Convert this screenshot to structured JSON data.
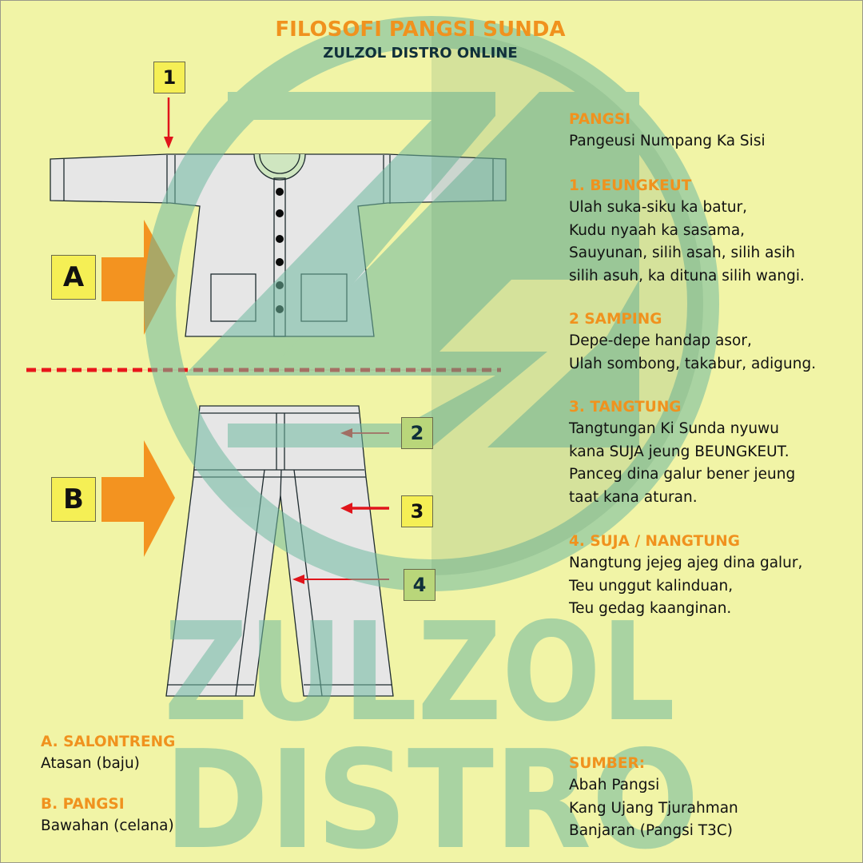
{
  "header": {
    "title": "FILOSOFI PANGSI SUNDA",
    "subtitle": "ZULZOL DISTRO ONLINE"
  },
  "watermark": {
    "line1": "ZULZOL",
    "line2": "DISTRO",
    "logo_letter": "Z"
  },
  "diagram": {
    "badges": [
      {
        "id": "1",
        "label": "1"
      },
      {
        "id": "A",
        "label": "A"
      },
      {
        "id": "B",
        "label": "B"
      },
      {
        "id": "2",
        "label": "2"
      },
      {
        "id": "3",
        "label": "3"
      },
      {
        "id": "4",
        "label": "4"
      }
    ],
    "shirt_buttons": 6,
    "colors": {
      "arrow_orange": "#f39320",
      "pointer_red": "#e0141b",
      "garment_fill": "#e6e6e6",
      "garment_stroke": "#1d2a2e",
      "divider_red": "#e8161b",
      "watermark_green": "#7fc08c",
      "background": "#f1f4a6"
    }
  },
  "sections": [
    {
      "heading": "PANGSI",
      "lines": [
        "Pangeusi Numpang Ka Sisi"
      ]
    },
    {
      "heading": "1. BEUNGKEUT",
      "lines": [
        "Ulah suka-siku ka batur,",
        "Kudu nyaah ka sasama,",
        "Sauyunan, silih asah, silih asih",
        "silih asuh, ka dituna silih wangi."
      ]
    },
    {
      "heading": "2 SAMPING",
      "lines": [
        "Depe-depe handap asor,",
        "Ulah sombong, takabur, adigung."
      ]
    },
    {
      "heading": "3. TANGTUNG",
      "lines": [
        "Tangtungan Ki Sunda nyuwu",
        "kana SUJA jeung BEUNGKEUT.",
        "Panceg dina galur bener jeung",
        "taat kana aturan."
      ]
    },
    {
      "heading": "4. SUJA / NANGTUNG",
      "lines": [
        "Nangtung jejeg ajeg dina galur,",
        "Teu unggut kalinduan,",
        "Teu gedag kaanginan."
      ]
    }
  ],
  "legend": [
    {
      "heading": "A. SALONTRENG",
      "text": "Atasan (baju)"
    },
    {
      "heading": "B. PANGSI",
      "text": "Bawahan (celana)"
    }
  ],
  "sources": {
    "heading": "SUMBER:",
    "lines": [
      "Abah Pangsi",
      "Kang Ujang Tjurahman",
      "Banjaran (Pangsi T3C)"
    ]
  }
}
